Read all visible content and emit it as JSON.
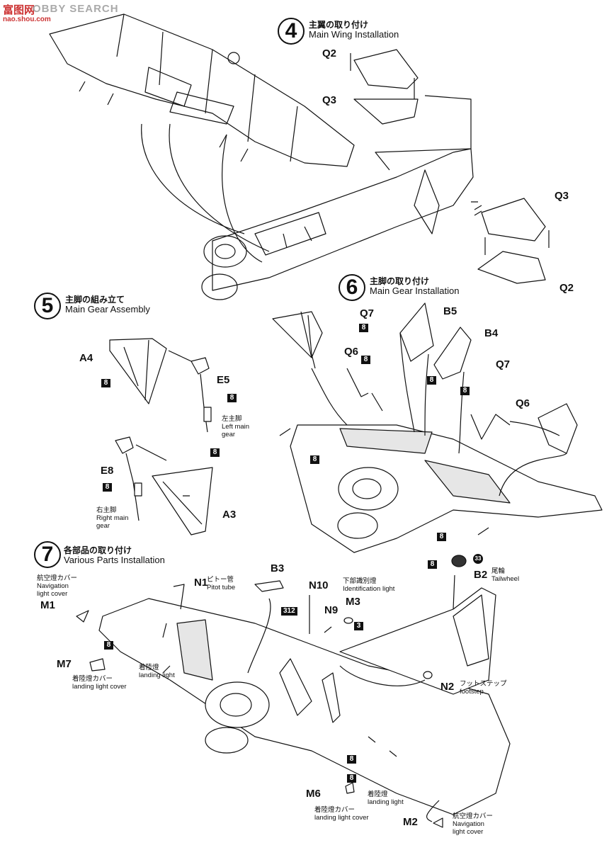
{
  "watermark": {
    "a": "富图网",
    "b": "OBBY SEARCH",
    "c": "nao.shou.com"
  },
  "steps": [
    {
      "num": "4",
      "jp": "主翼の取り付け",
      "en": "Main Wing Installation"
    },
    {
      "num": "5",
      "jp": "主脚の組み立て",
      "en": "Main Gear Assembly"
    },
    {
      "num": "6",
      "jp": "主脚の取り付け",
      "en": "Main Gear Installation"
    },
    {
      "num": "7",
      "jp": "各部品の取り付け",
      "en": "Various Parts Installation"
    }
  ],
  "step4": {
    "parts": [
      "Q2",
      "Q3",
      "Q3",
      "Q2"
    ]
  },
  "step5": {
    "parts": [
      "A4",
      "E5",
      "E8",
      "A3"
    ],
    "badges": [
      "8",
      "8",
      "8",
      "8"
    ],
    "left_gear": {
      "jp": "左主脚",
      "en1": "Left main",
      "en2": "gear"
    },
    "right_gear": {
      "jp": "右主脚",
      "en1": "Right main",
      "en2": "gear"
    }
  },
  "step6": {
    "parts": [
      "Q7",
      "B5",
      "Q6",
      "B4",
      "Q7",
      "Q6"
    ],
    "badges": [
      "8",
      "8",
      "8",
      "8",
      "8",
      "8"
    ]
  },
  "step7": {
    "nav_cover_top": {
      "jp": "航空燈カバー",
      "en1": "Navigation",
      "en2": "light cover"
    },
    "nav_cover_bottom": {
      "jp": "航空燈カバー",
      "en1": "Navigation",
      "en2": "light cover"
    },
    "parts": {
      "m1": "M1",
      "m7": "M7",
      "n1": "N1",
      "b3": "B3",
      "n10": "N10",
      "n9": "N9",
      "m3": "M3",
      "b2": "B2",
      "n2": "N2",
      "m6": "M6",
      "m2": "M2"
    },
    "pitot": {
      "jp": "ピトー管",
      "en": "Pitot tube"
    },
    "id_light": {
      "jp": "下部識別燈",
      "en": "Identification light"
    },
    "tailwheel": {
      "jp": "尾輪",
      "en": "Tailwheel"
    },
    "footstep": {
      "jp": "フットステップ",
      "en": "footstep"
    },
    "landing_light_top": {
      "jp": "着陸燈",
      "en": "landing light"
    },
    "landing_light_bottom": {
      "jp": "着陸燈",
      "en": "landing light"
    },
    "landing_cover_top": {
      "jp": "着陸燈カバー",
      "en": "landing light cover"
    },
    "landing_cover_bottom": {
      "jp": "着陸燈カバー",
      "en": "landing light cover"
    },
    "badges": {
      "b1": "8",
      "b2": "312",
      "b3": "3",
      "b4": "8",
      "b5": "8",
      "b6": "8"
    },
    "circle_badge": "33"
  }
}
